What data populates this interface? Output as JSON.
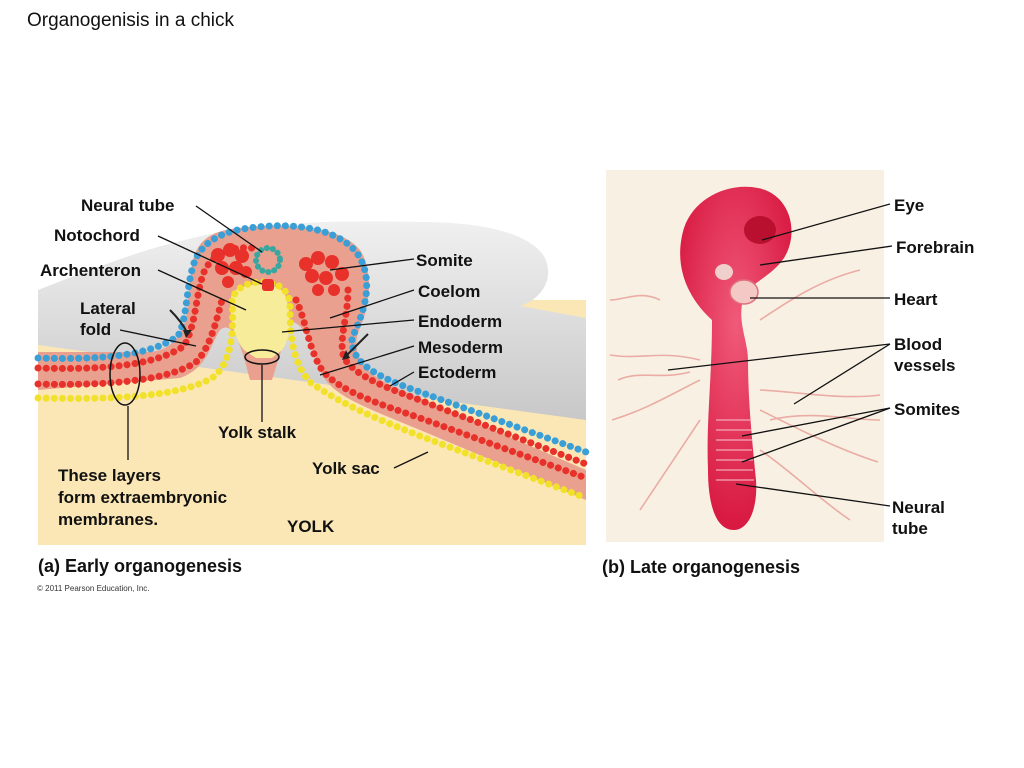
{
  "slide_title": "Organogenisis in a chick",
  "panel_a": {
    "labels": {
      "neural_tube": "Neural tube",
      "notochord": "Notochord",
      "archenteron": "Archenteron",
      "lateral_fold_1": "Lateral",
      "lateral_fold_2": "fold",
      "somite": "Somite",
      "coelom": "Coelom",
      "endoderm": "Endoderm",
      "mesoderm": "Mesoderm",
      "ectoderm": "Ectoderm",
      "yolk_stalk": "Yolk stalk",
      "yolk_sac": "Yolk sac",
      "extraembryonic_1": "These layers",
      "extraembryonic_2": "form extraembryonic",
      "extraembryonic_3": "membranes.",
      "yolk": "YOLK"
    },
    "caption": "(a) Early organogenesis"
  },
  "panel_b": {
    "labels": {
      "eye": "Eye",
      "forebrain": "Forebrain",
      "heart": "Heart",
      "blood_vessels_1": "Blood",
      "blood_vessels_2": "vessels",
      "somites": "Somites",
      "neural_tube_1": "Neural",
      "neural_tube_2": "tube"
    },
    "caption": "(b) Late organogenesis"
  },
  "copyright": "© 2011 Pearson Education, Inc.",
  "colors": {
    "ectoderm": "#3a9fd6",
    "mesoderm": "#e8312a",
    "endoderm": "#f2e12a",
    "yolk": "#fbe7b6",
    "mesoderm_fill": "#e9a08e",
    "embryo_red": "#e0204a"
  }
}
